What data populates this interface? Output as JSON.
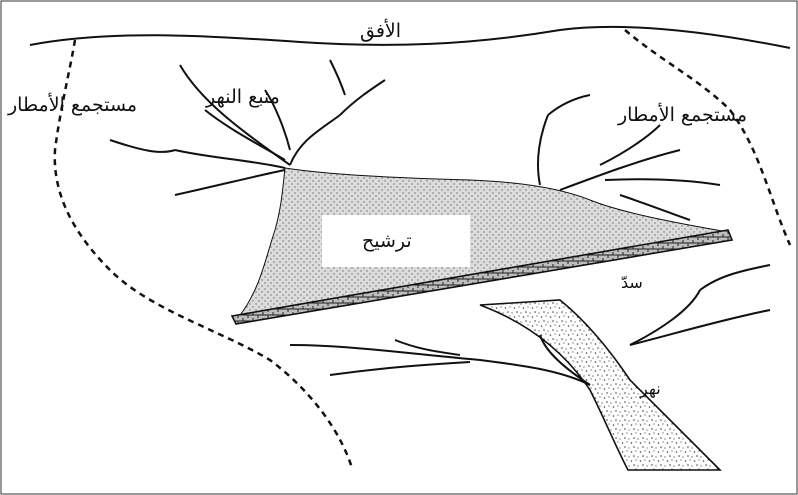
{
  "diagram": {
    "labels": {
      "horizon": "الأفق",
      "catchment_left": "مستجمع الأمطار",
      "river_source": "منبع النهر",
      "catchment_right": "مستجمع الأمطار",
      "seepage": "ترشيح",
      "dam": "سدّ",
      "river": "نهر"
    },
    "colors": {
      "ink": "#111111",
      "frame": "#555555",
      "reservoir_fill": "#cfcfcf",
      "background": "#ffffff"
    }
  }
}
